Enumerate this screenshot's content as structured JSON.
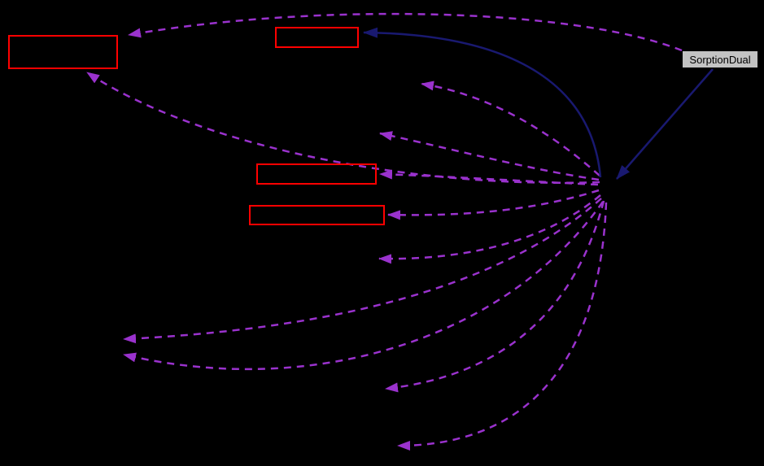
{
  "diagram": {
    "type": "collaboration-graph",
    "background": "black",
    "usage_edge_style": "dashed",
    "inheritance_edge_style": "solid",
    "usage_edge_count": 11,
    "inheritance_edge_count": 2
  },
  "colors": {
    "background": "#000000",
    "node_border": "#ff0000",
    "current_node_fill": "#c3c3c3",
    "current_node_border": "#000000",
    "current_node_text": "#000000",
    "usage_edge": "#9a32cd",
    "inheritance_edge": "#191970"
  },
  "nodes": {
    "current": {
      "label": "SorptionDual"
    },
    "referenced": [
      {
        "id": "top-left",
        "label": ""
      },
      {
        "id": "top-center",
        "label": ""
      },
      {
        "id": "middle-1",
        "label": ""
      },
      {
        "id": "middle-2",
        "label": ""
      }
    ]
  }
}
